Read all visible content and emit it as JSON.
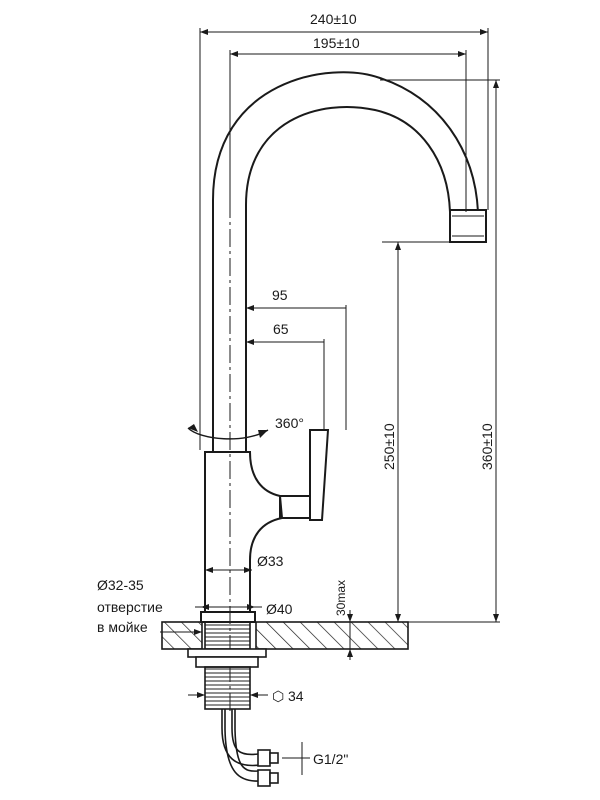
{
  "dimensions": {
    "overall_width": "240±10",
    "spout_reach": "195±10",
    "lever_reach_95": "95",
    "lever_reach_65": "65",
    "rotation": "360°",
    "spout_height": "250±10",
    "total_height": "360±10",
    "body_diameter": "Ø33",
    "base_diameter": "Ø40",
    "mount_thickness": "30max",
    "nut_size": "34",
    "thread": "G1/2\""
  },
  "labels": {
    "hole_diameter": "Ø32-35",
    "hole_line1": "отверстие",
    "hole_line2": "в мойке",
    "hex_symbol": "⬡"
  }
}
